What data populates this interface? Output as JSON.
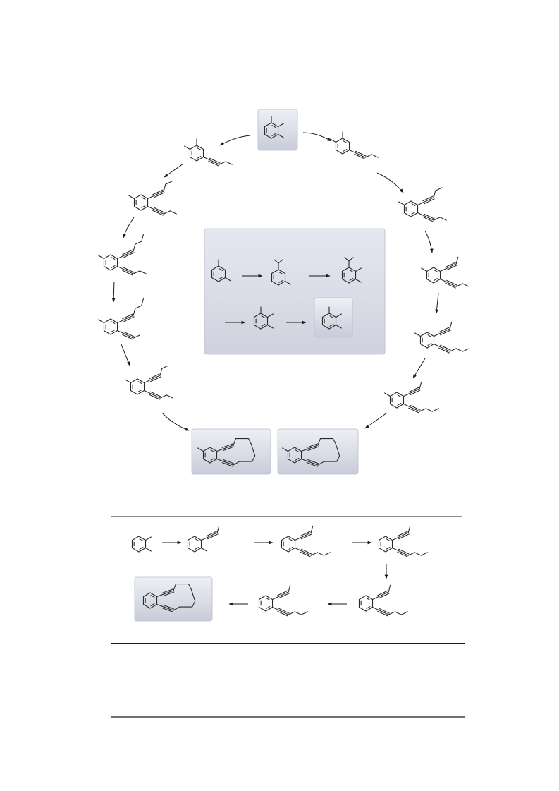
{
  "figure": {
    "background": "#ffffff",
    "bond_color": "#2a2a2a",
    "highlight_box_colors": [
      "#e9ebf3",
      "#b9bdcc"
    ],
    "central_panel_colors": [
      "#e3e6ef",
      "#c3c7d6"
    ],
    "rule_color": "#1a1a1a",
    "caption_text": ""
  },
  "cycle": {
    "molecule_count": 13,
    "arrow_count": 12,
    "highlighted_products": 3
  },
  "central_panel": {
    "molecule_count": 5,
    "arrow_count": 4
  },
  "linear_route": {
    "molecule_count": 7,
    "arrow_count": 6
  }
}
